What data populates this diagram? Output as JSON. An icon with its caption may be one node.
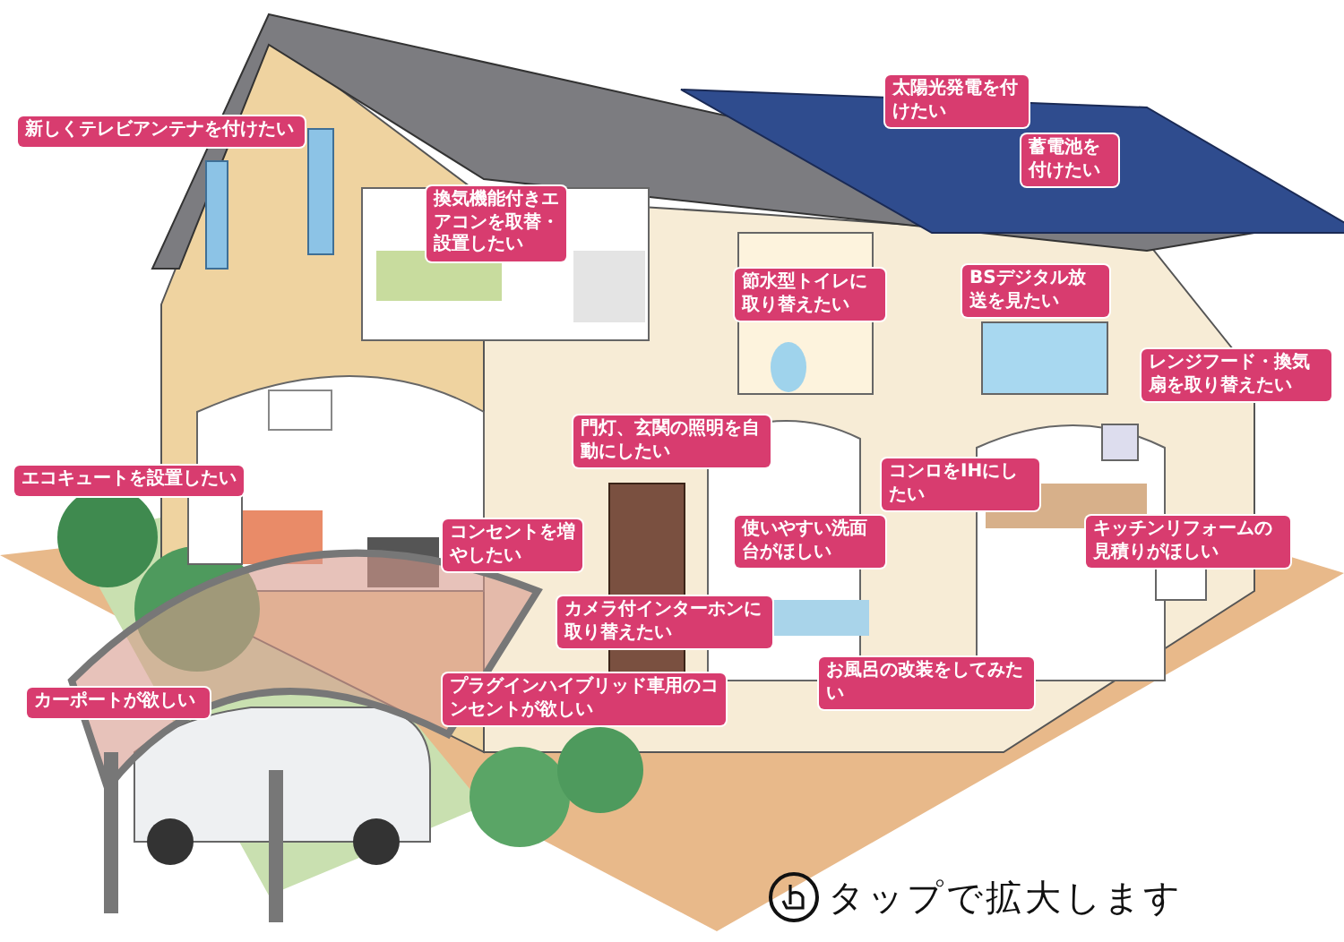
{
  "diagram": {
    "nodes": [
      {
        "text": [
          "新しくテレビアンテナを付けたい"
        ]
      },
      {
        "text": [
          "換気機能付きエアコンを取替・設置したい"
        ]
      },
      {
        "text": [
          "太陽光発電を付けたい"
        ]
      },
      {
        "text": [
          "蓄電池を付けたい"
        ]
      },
      {
        "text": [
          "節水型トイレに取り替えたい"
        ]
      },
      {
        "text": [
          "BSデジタル放送を見たい"
        ]
      },
      {
        "text": [
          "レンジフード・換気扇を取り替えたい"
        ]
      },
      {
        "text": [
          "門灯、玄関の照明を自動にしたい"
        ]
      },
      {
        "text": [
          "エコキュートを設置したい"
        ]
      },
      {
        "text": [
          "コンロをIHにしたい"
        ]
      },
      {
        "text": [
          "キッチンリフォームの見積りがほしい"
        ]
      },
      {
        "text": [
          "使いやすい洗面台がほしい"
        ]
      },
      {
        "text": [
          "コンセントを増やしたい"
        ]
      },
      {
        "text": [
          "カメラ付インターホンに取り替えたい"
        ]
      },
      {
        "text": [
          "お風呂の改装をしてみたい"
        ]
      },
      {
        "text": [
          "カーポートが欲しい"
        ]
      },
      {
        "text": [
          "プラグインハイブリッド車用のコンセントが欲しい"
        ]
      }
    ],
    "labels": [
      "タップで拡大します"
    ]
  }
}
